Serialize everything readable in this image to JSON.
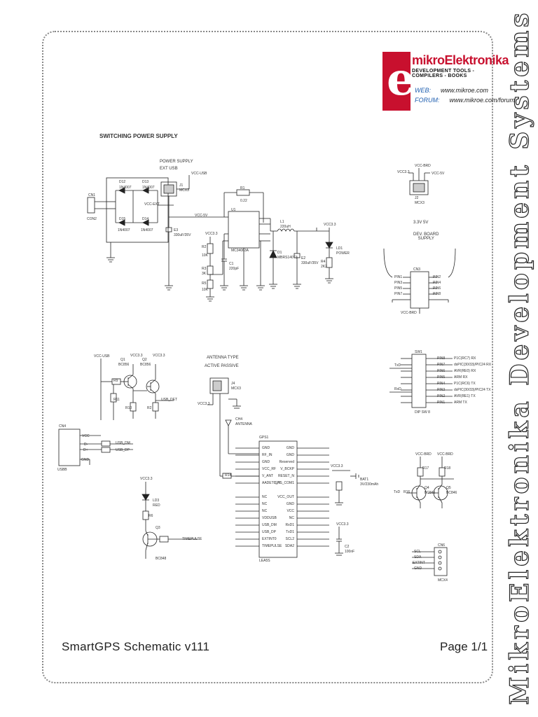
{
  "sheet": {
    "title": "SmartGPS  Schematic  v111",
    "page": "Page 1/1",
    "side_brand": "MikroElektronika  Development  Systems"
  },
  "logo": {
    "letter": "e",
    "name": "mikroElektronika",
    "tagline": "DEVELOPMENT TOOLS - COMPILERS - BOOKS",
    "web_label": "WEB:",
    "web_value": "www.mikroe.com",
    "forum_label": "FORUM:",
    "forum_value": "www.mikroe.com/forum",
    "brand_color": "#c8102e"
  },
  "sections": {
    "switching_power_supply": "SWITCHING POWER SUPPLY",
    "power_supply": "POWER SUPPLY",
    "ext_usb": "EXT   USB",
    "antenna_type": "ANTENNA TYPE",
    "active_passive": "ACTIVE    PASSIVE",
    "dev_board_voltage": "3.3V    5V",
    "dev_board_supply": "DEV. BOARD\nSUPPLY"
  },
  "labels": {
    "cn1": "CN1",
    "cn2": "CON2",
    "d12": "D12",
    "d13": "D13",
    "d15": "D15",
    "d14": "D14",
    "diode": "1N4007",
    "j1": "J1",
    "mcx3": "MCX3",
    "vcc_usb": "VCC-USB",
    "vcc_ext": "VCC-EXT",
    "vcc_5v": "VCC-5V",
    "r1": "R1",
    "r1v": "0.22",
    "u1": "U1",
    "mc34063a": "MC34063A",
    "e3": "E3",
    "e3v": "330uF/35V",
    "l1": "L1",
    "l1v": "220uH",
    "d1": "D1",
    "mbrs": "MBRS140T3",
    "e2": "E2",
    "e2v": "330uF/35V",
    "r4": "R4",
    "r4v": "2K2",
    "ld1": "LD1",
    "power": "POWER",
    "r2": "R2",
    "r2v": "10K",
    "r3": "R3",
    "r3v": "3K",
    "r5": "R5",
    "r5v": "10K",
    "c1": "C1",
    "c1v": "220pF",
    "vcc_3_3": "VCC3.3",
    "j2": "J2",
    "cn3": "CN3",
    "mcx3b": "MCX3",
    "vcc_brd": "VCC-BRD",
    "q1": "Q1",
    "bc856": "BC856",
    "q2": "Q2",
    "r9": "R9",
    "r10": "R10",
    "r11": "R11",
    "r2b": "R2",
    "usb_det": "USB_DET",
    "cn4": "CN4",
    "usbb": "USBB",
    "vcc": "VCC",
    "dm": "D-",
    "dp": "D+",
    "gnd": "GND",
    "usb_dm": "USB_DM",
    "usb_dp": "USB_DP",
    "ld3": "LD3",
    "red": "RED",
    "r6": "R6",
    "q3": "Q3",
    "bc848": "BC848",
    "timepulse": "TIMEPULSE",
    "gps1": "GPS1",
    "lea5s": "LEA5S",
    "j4": "J4",
    "mcx3c": "MCX3",
    "ch4": "CH4",
    "ant": "ANTENNA",
    "r14": "R14",
    "bat1": "BAT1",
    "bat": "3V/230mAh",
    "c2": "C2",
    "c2v": "100nF",
    "sw1": "SW1",
    "dipsw": "DIP SW 8",
    "pin_rx": "P1C(RC7) RX",
    "q4": "Q4",
    "q5": "Q5",
    "bc846": "BC846",
    "r16": "R16",
    "r17": "R17",
    "r18": "R18",
    "cn6": "CN6",
    "mcx4": "MCX4",
    "txd": "TxD",
    "rxd": "RxD",
    "sda": "SDA",
    "scl": "SCL",
    "extint": "EXTINT",
    "pin1": "PIN1",
    "pin2": "PIN2",
    "pin3": "PIN3",
    "pin4": "PIN4",
    "pin5": "PIN5",
    "pin6": "PIN6",
    "pin7": "PIN7",
    "pin8": "PIN8"
  },
  "gps_left_pins": [
    "GND",
    "RF_IN",
    "GND",
    "VCC_RF",
    "V_ANT",
    "AADET0_N",
    "",
    "NC",
    "NC",
    "NC",
    "VDDUSB",
    "USB_DM",
    "USB_DP",
    "EXTINT0",
    "TIMEPULSE"
  ],
  "gps_right_pins": [
    "GND",
    "GND",
    "Reserved",
    "V_BCKP",
    "RESET_N",
    "GPS_COM1",
    "",
    "VCC_OUT",
    "GND",
    "VCC",
    "NC",
    "RxD1",
    "TxD1",
    "SCL2",
    "SDA2"
  ],
  "sw_labels": [
    "P1C(RC7) RX",
    "dsPIC(30/33)/PIC24 RX",
    "AVR(RE0) RX",
    "ARM RX",
    "P1C(RC6) TX",
    "dsPIC(30/33)/PIC24 TX",
    "AVR(RE1) TX",
    "ARM TX"
  ]
}
